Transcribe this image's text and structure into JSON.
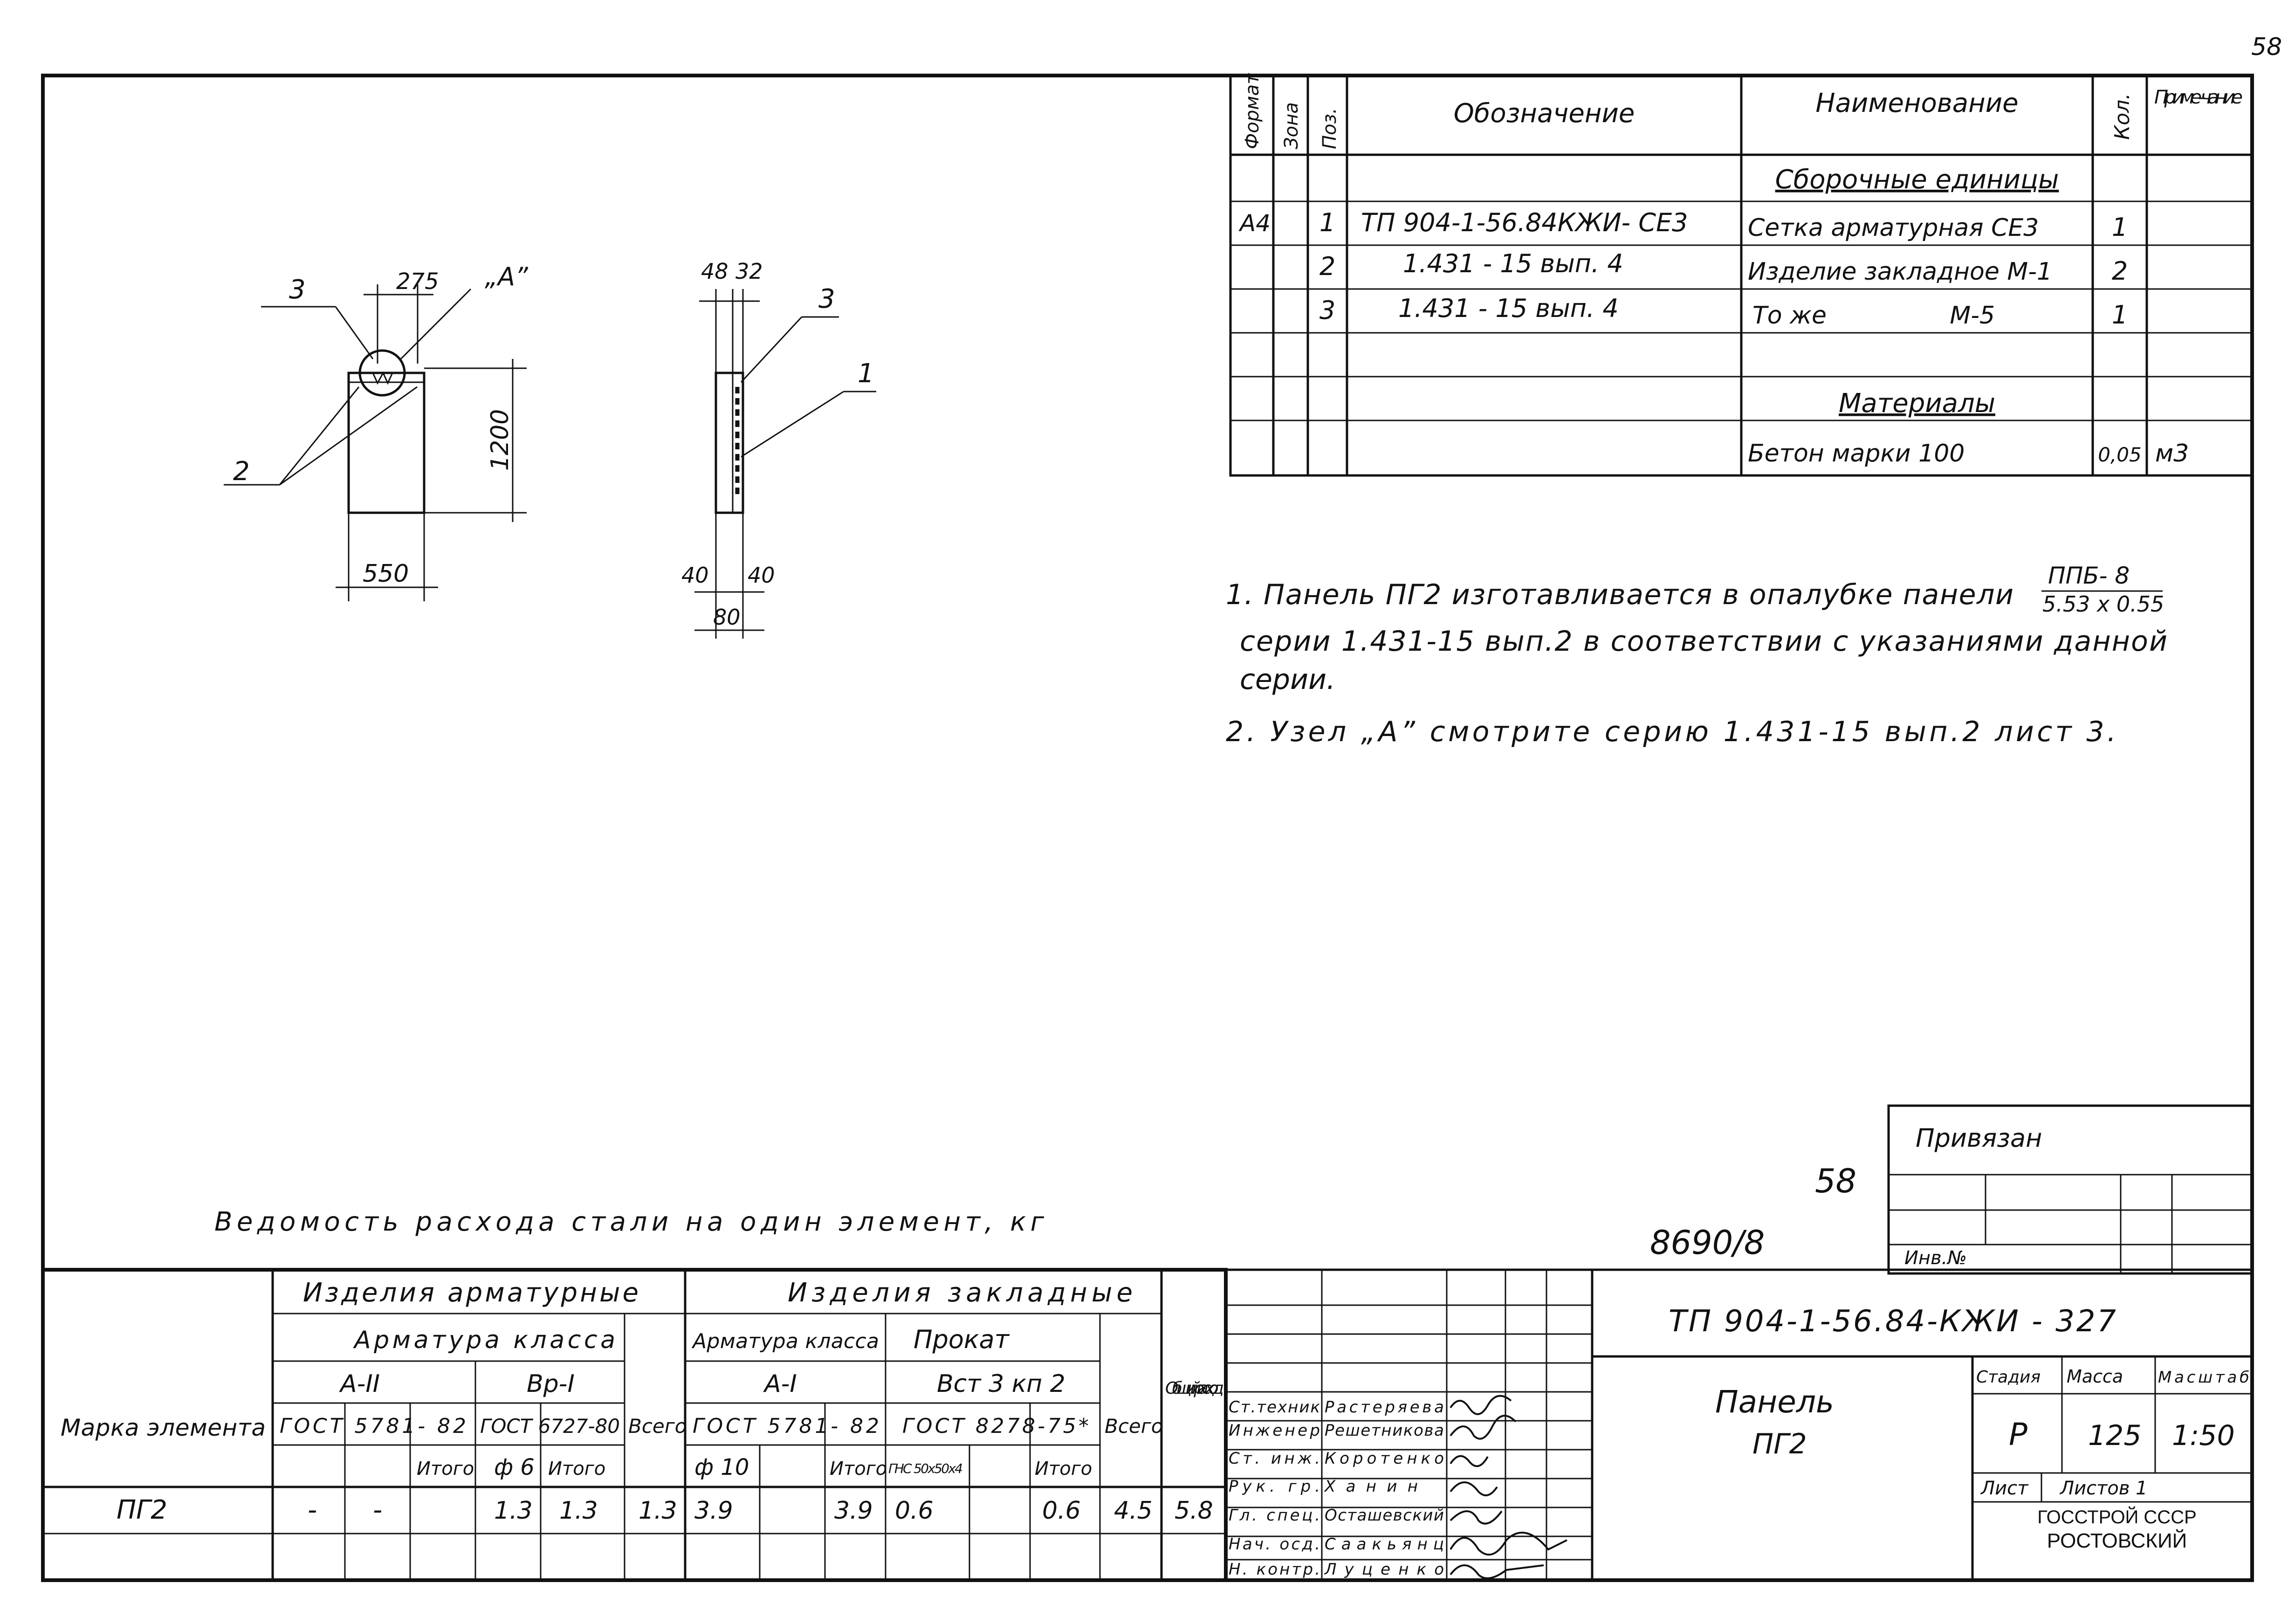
{
  "page_number": "58",
  "spec_table": {
    "headers": {
      "format": "Формат",
      "zone": "Зона",
      "pos": "Поз.",
      "designation": "Обозначение",
      "name": "Наименование",
      "qty": "Кол.",
      "note": "Приме-чание"
    },
    "section_assembly": "Сборочные единицы",
    "rows": [
      {
        "format": "А4",
        "pos": "1",
        "designation": "ТП 904-1-56.84КЖИ- СЕ3",
        "name": "Сетка арматурная СЕ3",
        "qty": "1",
        "note": ""
      },
      {
        "format": "",
        "pos": "2",
        "designation": "1.431 - 15 вып. 4",
        "name": "Изделие закладное М-1",
        "qty": "2",
        "note": ""
      },
      {
        "format": "",
        "pos": "3",
        "designation": "1.431 - 15 вып. 4",
        "name": "То же                М-5",
        "qty": "1",
        "note": ""
      }
    ],
    "section_materials": "Материалы",
    "material": {
      "name": "Бетон марки 100",
      "qty": "0,05",
      "note": "м3"
    }
  },
  "drawing": {
    "front": {
      "callout_3": "3",
      "callout_2": "2",
      "node_a": "„А”",
      "dim_top": "275",
      "dim_height": "1200",
      "dim_width": "550"
    },
    "side": {
      "dim_48": "48",
      "dim_32": "32",
      "callout_3": "3",
      "callout_1": "1",
      "dim_40_left": "40",
      "dim_40_right": "40",
      "dim_80": "80"
    }
  },
  "notes": {
    "line1": "1. Панель ПГ2 изготавливается в опалубке панели",
    "fraction_top": "ППБ- 8",
    "fraction_bottom": "5.53 x 0.55",
    "line2": "серии 1.431-15 вып.2 в соответствии с указаниями данной",
    "line3": "серии.",
    "line4": "2. Узел „А” смотрите серию 1.431-15 вып.2 лист 3."
  },
  "binding_box": {
    "title": "Привязан",
    "inv_label": "Инв.№"
  },
  "stamps": {
    "num_58": "58",
    "code": "8690/8"
  },
  "steel_table": {
    "title": "Ведомость расхода стали на один элемент, кг",
    "element_col": "Марка элемента",
    "group1": "Изделия арматурные",
    "armatura_class": "Арматура класса",
    "a2": "А-II",
    "bp1": "Вр-I",
    "gost5781": "ГОСТ 5781- 82",
    "gost6727": "ГОСТ 6727-80",
    "itogo": "Итого",
    "phi6": "ф 6",
    "vsego": "Всего",
    "group2": "Изделия закладные",
    "armatura_class2": "Арматура класса",
    "a1": "А-I",
    "prokat": "Прокат",
    "vst": "Вст 3 кп 2",
    "gost5781b": "ГОСТ 5781- 82",
    "gost8278": "ГОСТ 8278-75*",
    "phi10": "ф 10",
    "gnc": "ГНС 50х50х4",
    "total_label": "Общий расход",
    "row": {
      "mark": "ПГ2",
      "c1": "-",
      "c2": "-",
      "c3": "",
      "c4": "1.3",
      "c5": "1.3",
      "c6": "1.3",
      "c7": "3.9",
      "c8": "",
      "c9": "3.9",
      "c10": "0.6",
      "c11": "",
      "c12": "0.6",
      "c13": "4.5",
      "c14": "5.8"
    }
  },
  "title_block": {
    "doc_code": "ТП 904-1-56.84-КЖИ - 327",
    "name_line1": "Панель",
    "name_line2": "ПГ2",
    "stage_label": "Стадия",
    "mass_label": "Масса",
    "scale_label": "Масштаб",
    "stage": "Р",
    "mass": "125",
    "scale": "1:50",
    "sheet_label": "Лист",
    "sheets_label": "Листов 1",
    "org_line1": "ГОССТРОЙ СССР",
    "org_line2": "РОСТОВСКИЙ",
    "signatures": [
      {
        "role": "Ст.техник",
        "name": "Растеряева"
      },
      {
        "role": "Инженер",
        "name": "Решетникова"
      },
      {
        "role": "Ст. инж.",
        "name": "Коротенко"
      },
      {
        "role": "Рук. гр.",
        "name": "Ханин"
      },
      {
        "role": "Гл. спец.",
        "name": "Осташевский"
      },
      {
        "role": "Нач. осд.",
        "name": "Саакьянц"
      },
      {
        "role": "Н. контр.",
        "name": "Луценко"
      }
    ]
  }
}
